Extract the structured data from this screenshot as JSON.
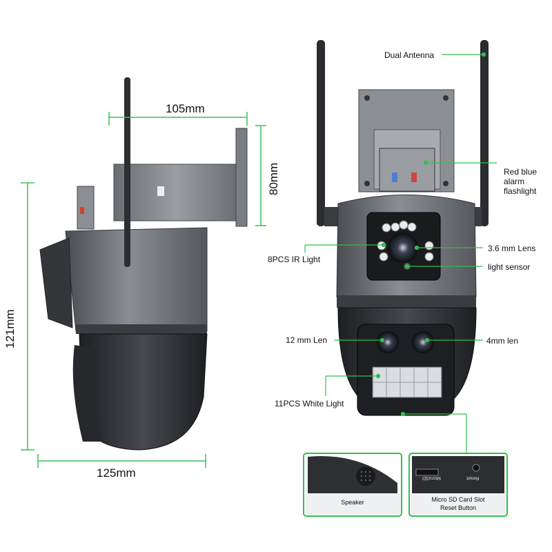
{
  "dimensions": {
    "width_top": "105mm",
    "height_mount": "80mm",
    "height_total": "121mm",
    "width_bottom": "125mm"
  },
  "callouts": {
    "dual_antenna": "Dual Antenna",
    "red_blue_alarm": "Red blue\nalarm\nflashlight",
    "ir_light": "8PCS IR Light",
    "lens_36": "3.6 mm Lens",
    "light_sensor": "light sensor",
    "lens_12": "12 mm Len",
    "lens_4": "4mm len",
    "white_light": "11PCS White Light"
  },
  "insets": {
    "speaker": "Speaker",
    "sd_slot_line1": "Micro SD Card Slot",
    "sd_slot_line2": "Reset Button",
    "slot_print": "MicroSD",
    "reset_print": "Reset"
  },
  "colors": {
    "callout_line": "#2fbf4f",
    "dimension_line": "#3bbf56",
    "inset_border": "#2fbf4f",
    "body_gray": "#6f7378",
    "body_dark": "#2b2d30"
  }
}
